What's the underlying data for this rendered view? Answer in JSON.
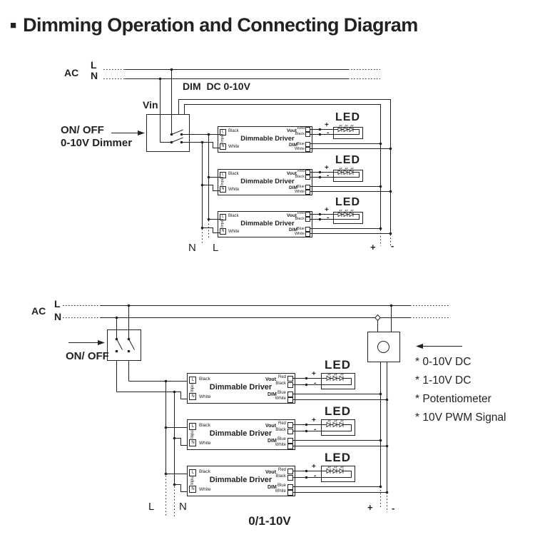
{
  "title": {
    "bullet": "■",
    "text": "Dimming Operation and Connecting Diagram"
  },
  "diagram1": {
    "ac_label": "AC",
    "line_l": "L",
    "line_n": "N",
    "dim_bus_label": "DIM  DC 0-10V",
    "vin_label": "Vin",
    "dimmer_label_line1": "ON/ OFF",
    "dimmer_label_line2": "0-10V Dimmer",
    "bottom_n": "N",
    "bottom_l": "L",
    "bottom_plus": "+",
    "bottom_minus": "-"
  },
  "diagram2": {
    "ac_label": "AC",
    "line_l": "L",
    "line_n": "N",
    "switch_label": "ON/ OFF",
    "legend": [
      "* 0-10V DC",
      "* 1-10V DC",
      "* Potentiometer",
      "* 10V PWM Signal"
    ],
    "bottom_l": "L",
    "bottom_n": "N",
    "signal_label": "0/1-10V",
    "bottom_plus": "+",
    "bottom_minus": "-"
  },
  "driver": {
    "title": "Dimmable Driver",
    "input_label": "Input",
    "terminal_l": "L",
    "terminal_n": "N",
    "black": "Black",
    "white": "White",
    "vout": "Vout",
    "dim": "DIM",
    "out_red": "Red",
    "out_black": "Black",
    "out_blue": "Blue",
    "out_white": "White",
    "led_label": "LED",
    "plus": "+",
    "minus": "-"
  },
  "colors": {
    "line": "#222222",
    "background": "#ffffff"
  }
}
